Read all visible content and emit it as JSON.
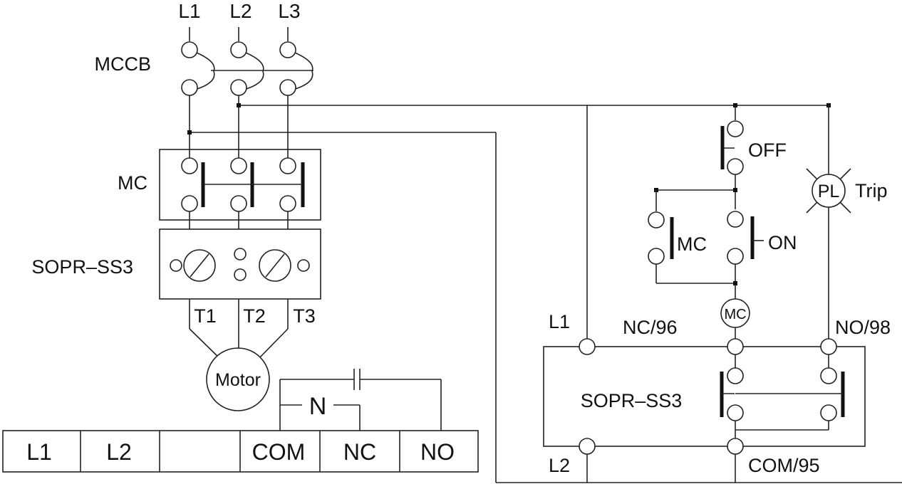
{
  "power_labels": {
    "l1": "L1",
    "l2": "L2",
    "l3": "L3"
  },
  "mccb_label": "MCCB",
  "mc_label": "MC",
  "relay_label": "SOPR–SS3",
  "terminals": {
    "t1": "T1",
    "t2": "T2",
    "t3": "T3"
  },
  "motor_label": "Motor",
  "n_label": "N",
  "terminal_block": [
    "L1",
    "L2",
    "",
    "COM",
    "NC",
    "NO"
  ],
  "control": {
    "off_label": "OFF",
    "on_label": "ON",
    "mc_aux_label": "MC",
    "coil_label": "MC",
    "pilot_lamp_label": "PL",
    "trip_label": "Trip",
    "l1_label": "L1",
    "l2_label": "L2",
    "nc_label": "NC/96",
    "no_label": "NO/98",
    "com_label": "COM/95",
    "relay_label": "SOPR–SS3"
  },
  "colors": {
    "line": "#222222",
    "background": "#ffffff"
  }
}
